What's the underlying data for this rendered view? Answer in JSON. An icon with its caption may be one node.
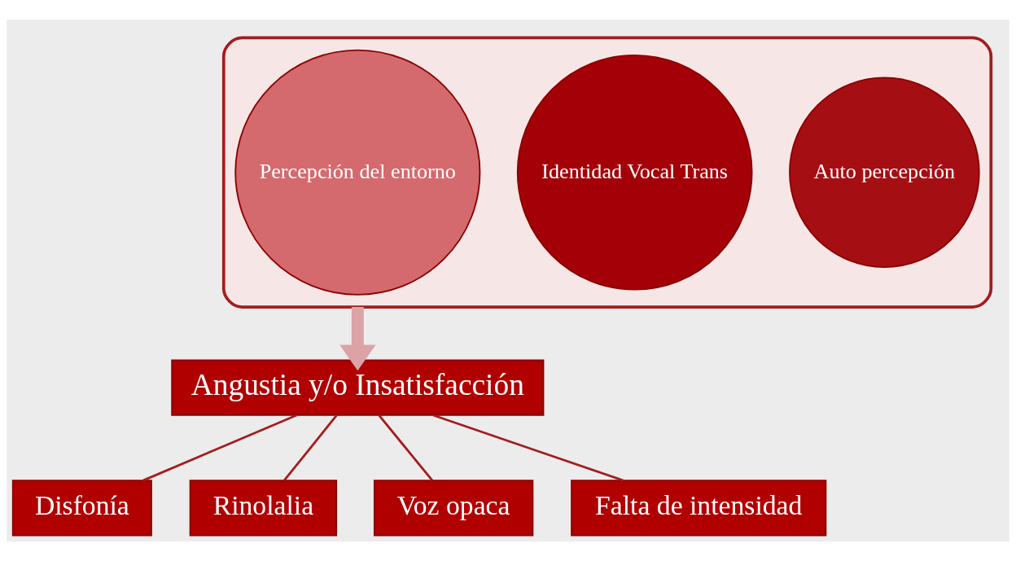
{
  "diagram": {
    "nodes": [
      {
        "text": [],
        "shape": "funnel"
      },
      {
        "text": [
          "Auto percepción"
        ],
        "in": 0
      },
      {
        "text": [
          "Identidad Vocal Trans"
        ],
        "in": 0
      },
      {
        "text": [
          "Percepción del entorno"
        ],
        "in": 0
      },
      {
        "text": [
          "Angustia y/o Insatisfacción"
        ]
      },
      {
        "text": [
          "Disfonía"
        ]
      },
      {
        "text": [
          "Rinolalia"
        ]
      },
      {
        "text": [
          "Voz opaca"
        ]
      },
      {
        "text": [
          "Falta de intensidad"
        ]
      }
    ],
    "edges": [
      {
        "from": 0,
        "to": 4,
        "arrow": "to",
        "style": "thick",
        "color": "#dba3a6"
      },
      {
        "from": 4,
        "to": 5,
        "arrow": "none"
      },
      {
        "from": 4,
        "to": 6,
        "arrow": "none"
      },
      {
        "from": 4,
        "to": 7,
        "arrow": "none"
      },
      {
        "from": 4,
        "to": 8,
        "arrow": "none"
      }
    ]
  }
}
